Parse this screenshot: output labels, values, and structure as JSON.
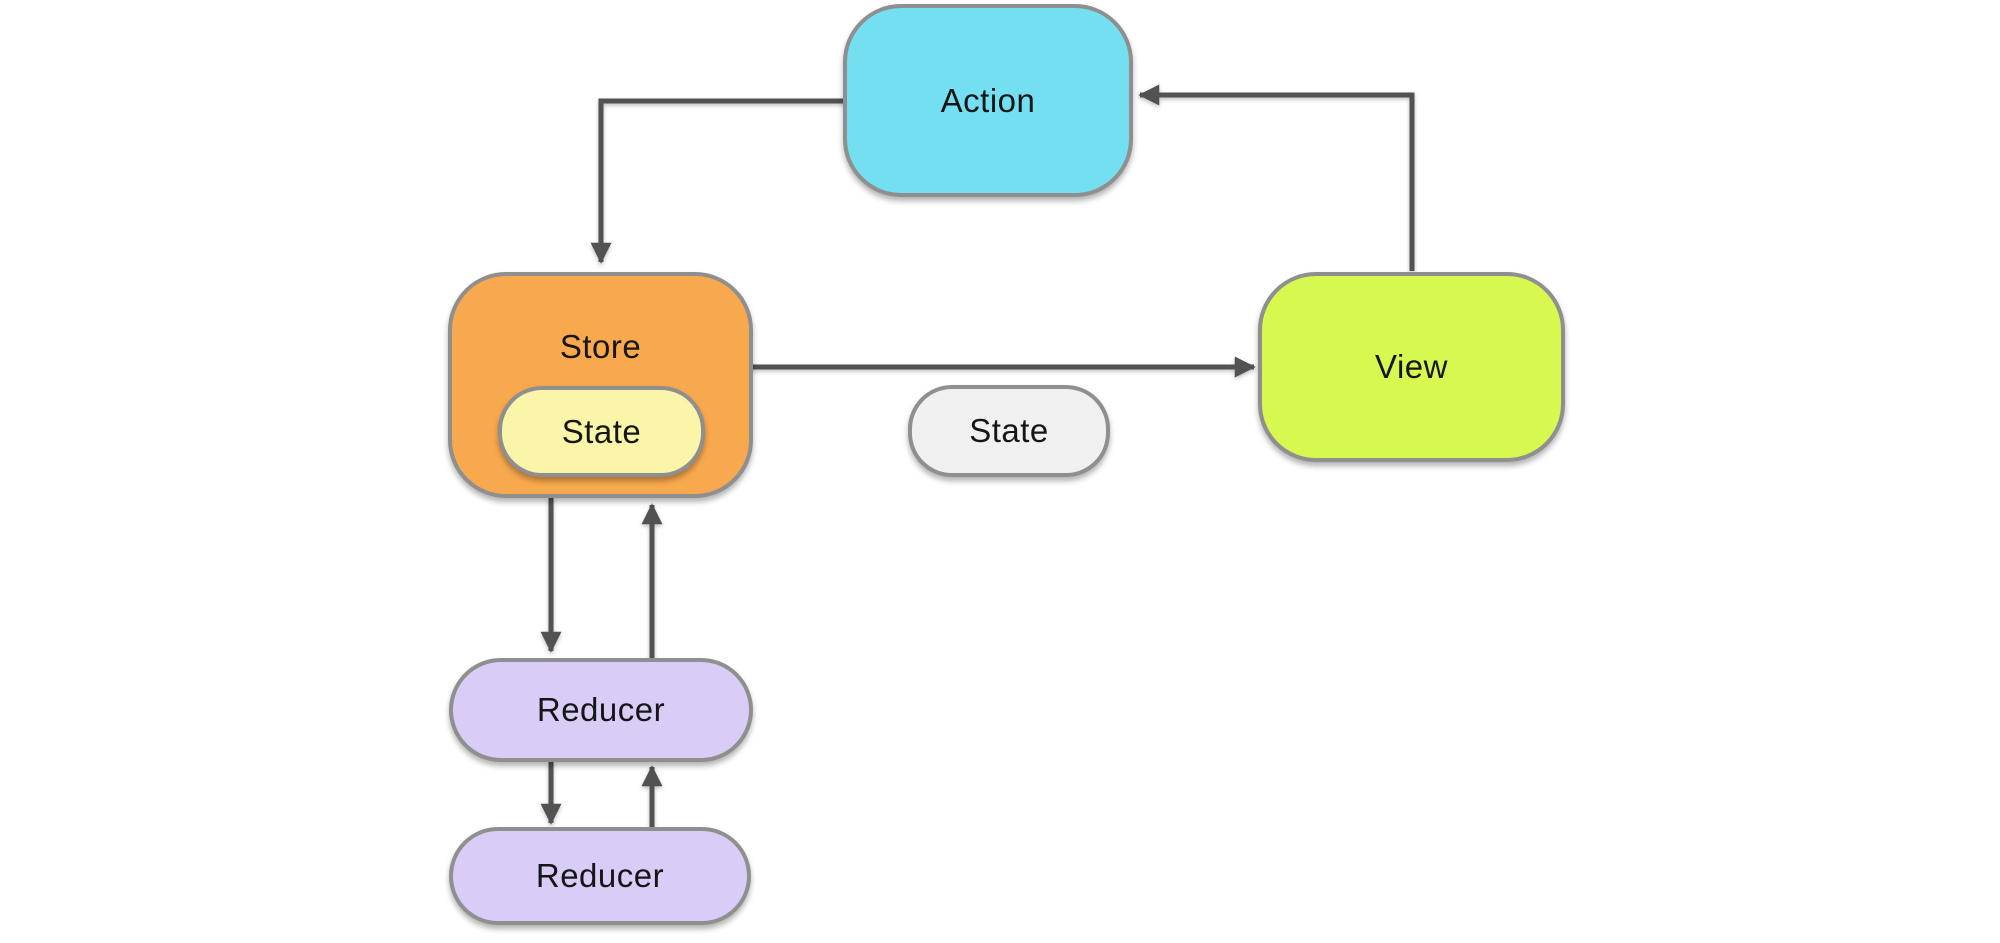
{
  "diagram": {
    "nodes": {
      "action": {
        "label": "Action",
        "fill": "#74DFF0"
      },
      "store": {
        "label": "Store",
        "fill": "#F9A94D"
      },
      "store_state": {
        "label": "State",
        "fill": "#FAF5A9"
      },
      "state": {
        "label": "State",
        "fill": "#F0F0F0"
      },
      "view": {
        "label": "View",
        "fill": "#D7F84F"
      },
      "reducer_top": {
        "label": "Reducer",
        "fill": "#D9CCF7"
      },
      "reducer_bottom": {
        "label": "Reducer",
        "fill": "#D9CCF7"
      }
    },
    "edges": [
      {
        "from": "Action",
        "to": "Store"
      },
      {
        "from": "View",
        "to": "Action"
      },
      {
        "from": "Store",
        "to": "View"
      },
      {
        "from": "Store",
        "to": "Reducer (top)"
      },
      {
        "from": "Reducer (top)",
        "to": "Store"
      },
      {
        "from": "Reducer (top)",
        "to": "Reducer (bottom)"
      },
      {
        "from": "Reducer (bottom)",
        "to": "Reducer (top)"
      }
    ],
    "colors": {
      "border": "#8F8F8F",
      "arrow": "#525252",
      "background": "#FFFFFF"
    }
  }
}
